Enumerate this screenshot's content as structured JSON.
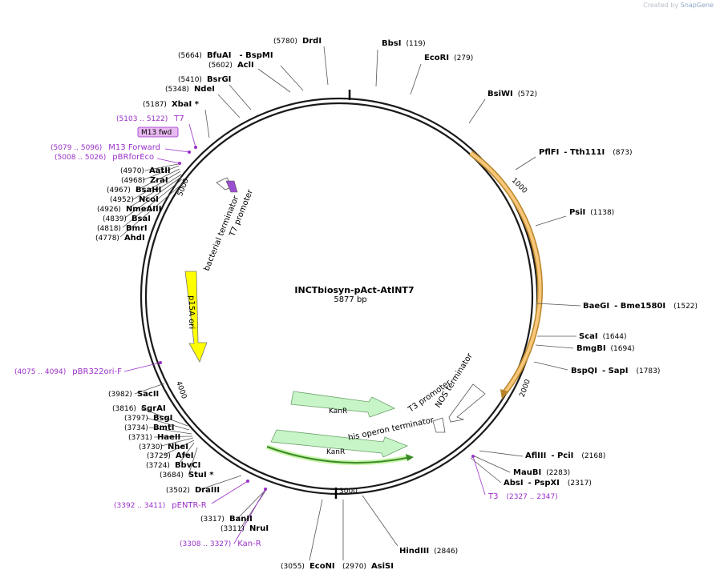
{
  "credit": {
    "prefix": "Created by",
    "brand": "SnapGene"
  },
  "plasmid": {
    "name": "INCTbiosyn-pAct-AtINT7",
    "size_text": "5877 bp",
    "length_bp": 5877
  },
  "ticks": [
    {
      "label": "1000",
      "bp": 1000
    },
    {
      "label": "2000",
      "bp": 2000
    },
    {
      "label": "3000",
      "bp": 3000
    },
    {
      "label": "4000",
      "bp": 4000
    },
    {
      "label": "5000",
      "bp": 5000
    }
  ],
  "enzymes": [
    {
      "name": "DrdI",
      "pos": "(5780)"
    },
    {
      "name": "BbsI",
      "pos": "(119)"
    },
    {
      "name": "EcoRI",
      "pos": "(279)"
    },
    {
      "name": "BfuAI",
      "extra": "- BspMI",
      "pos": "(5664)"
    },
    {
      "name": "AclI",
      "pos": "(5602)"
    },
    {
      "name": "BsrGI",
      "pos": "(5410)"
    },
    {
      "name": "NdeI",
      "pos": "(5348)"
    },
    {
      "name": "XbaI *",
      "pos": "(5187)"
    },
    {
      "name": "BsiWI",
      "pos": "(572)"
    },
    {
      "name": "PflFI",
      "extra": "- Tth111I",
      "pos": "(873)"
    },
    {
      "name": "PsiI",
      "pos": "(1138)"
    },
    {
      "name": "BaeGI",
      "extra": "- Bme1580I",
      "pos": "(1522)"
    },
    {
      "name": "ScaI",
      "pos": "(1644)"
    },
    {
      "name": "BmgBI",
      "pos": "(1694)"
    },
    {
      "name": "BspQI",
      "extra": "- SapI",
      "pos": "(1783)"
    },
    {
      "name": "AflIII",
      "extra": "- PciI",
      "pos": "(2168)"
    },
    {
      "name": "MauBI",
      "pos": "(2283)"
    },
    {
      "name": "AbsI",
      "extra": "- PspXI",
      "pos": "(2317)"
    },
    {
      "name": "HindIII",
      "pos": "(2846)"
    },
    {
      "name": "AsiSI",
      "pos": "(2970)"
    },
    {
      "name": "EcoNI",
      "pos": "(3055)"
    },
    {
      "name": "BanII",
      "pos": "(3317)"
    },
    {
      "name": "NruI",
      "pos": "(3311)"
    },
    {
      "name": "DraIII",
      "pos": "(3502)"
    },
    {
      "name": "StuI *",
      "pos": "(3684)"
    },
    {
      "name": "BbvCI",
      "pos": "(3724)"
    },
    {
      "name": "AfeI",
      "pos": "(3729)"
    },
    {
      "name": "NheI",
      "pos": "(3730)"
    },
    {
      "name": "HaeII",
      "pos": "(3731)"
    },
    {
      "name": "BmtI",
      "pos": "(3734)"
    },
    {
      "name": "BsgI",
      "pos": "(3797)"
    },
    {
      "name": "SgrAI",
      "pos": "(3816)"
    },
    {
      "name": "SacII",
      "pos": "(3982)"
    },
    {
      "name": "AatII",
      "pos": "(4970)"
    },
    {
      "name": "ZraI",
      "pos": "(4968)"
    },
    {
      "name": "BsaHI",
      "pos": "(4967)"
    },
    {
      "name": "NcoI",
      "pos": "(4952)"
    },
    {
      "name": "NmeAIII",
      "pos": "(4926)"
    },
    {
      "name": "BsaI",
      "pos": "(4839)"
    },
    {
      "name": "BmrI",
      "pos": "(4818)"
    },
    {
      "name": "AhdI",
      "pos": "(4778)"
    }
  ],
  "primers": [
    {
      "name": "T7",
      "range": "(5103 .. 5122)"
    },
    {
      "name": "M13 Forward",
      "range": "(5079 .. 5096)"
    },
    {
      "name": "pBRforEco",
      "range": "(5008 .. 5026)"
    },
    {
      "name": "pBR322ori-F",
      "range": "(4075 .. 4094)"
    },
    {
      "name": "pENTR-R",
      "range": "(3392 .. 3411)"
    },
    {
      "name": "Kan-R",
      "range": "(3308 .. 3327)"
    },
    {
      "name": "T3",
      "range": "(2327 .. 2347)"
    }
  ],
  "m13_fwd_box": "M13 fwd",
  "features": [
    {
      "name": "KanR"
    },
    {
      "name": "KanR"
    },
    {
      "name": "p15A ori"
    },
    {
      "name": "bacterial terminator"
    },
    {
      "name": "T7 promoter"
    },
    {
      "name": "T3 promoter"
    },
    {
      "name": "NOS terminator"
    },
    {
      "name": "his operon terminator"
    }
  ],
  "colors": {
    "enzyme_text": "#000000",
    "primer_text": "#9b30c8",
    "orf_fill": "#f8c77a",
    "orf_stroke": "#b8862a",
    "ori_fill": "#ffff00",
    "kanr_fill": "#c8f5c8",
    "kanr_orf": "#5aa02a",
    "backbone": "#1a1a1a"
  }
}
